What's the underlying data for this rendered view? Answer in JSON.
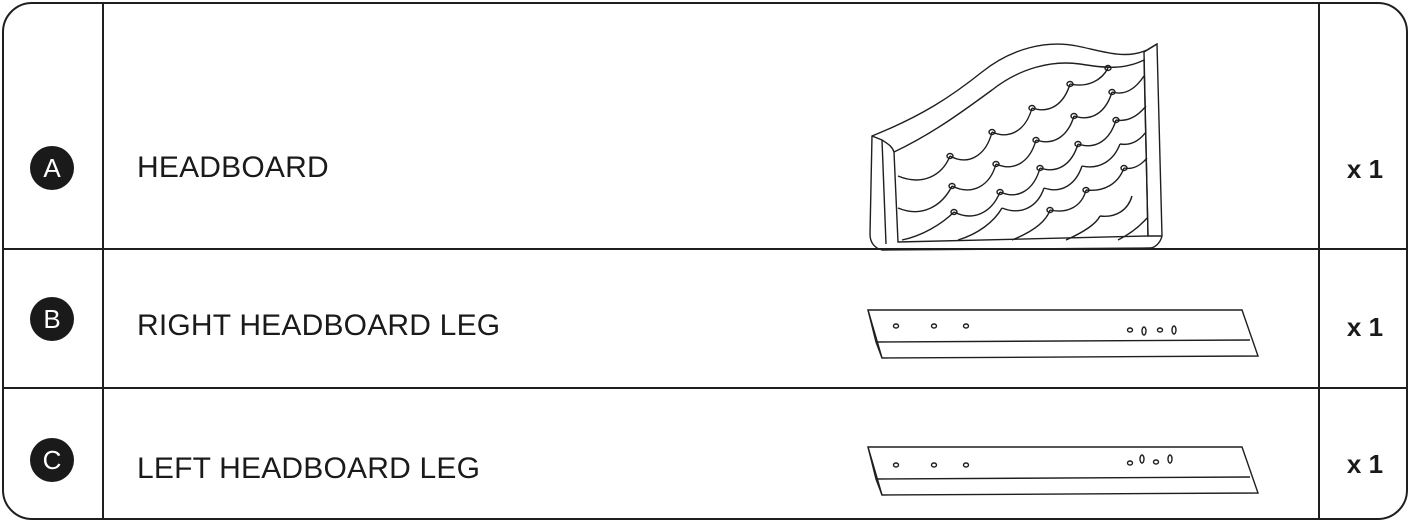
{
  "parts": [
    {
      "letter": "A",
      "name": "HEADBOARD",
      "quantity": "x 1",
      "illustration": "tufted-headboard-icon"
    },
    {
      "letter": "B",
      "name": "RIGHT HEADBOARD LEG",
      "quantity": "x 1",
      "illustration": "wooden-leg-icon"
    },
    {
      "letter": "C",
      "name": "LEFT HEADBOARD LEG",
      "quantity": "x 1",
      "illustration": "wooden-leg-icon"
    }
  ]
}
